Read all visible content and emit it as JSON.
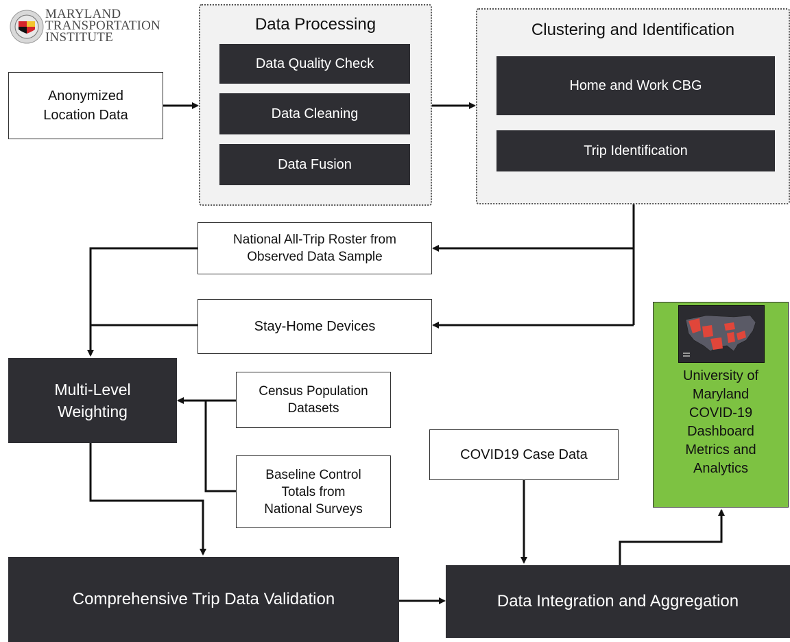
{
  "logo": {
    "lines": [
      "MARYLAND",
      "TRANSPORTATION",
      "INSTITUTE"
    ]
  },
  "nodes": {
    "anonymized": "Anonymized\nLocation Data",
    "processing": {
      "title": "Data Processing",
      "items": [
        "Data Quality Check",
        "Data Cleaning",
        "Data Fusion"
      ]
    },
    "clustering": {
      "title": "Clustering and Identification",
      "items": [
        "Home and Work CBG",
        "Trip Identification"
      ]
    },
    "roster": "National All-Trip Roster from\nObserved Data Sample",
    "stay_home": "Stay-Home Devices",
    "weighting": "Multi-Level\nWeighting",
    "census": "Census Population\nDatasets",
    "baseline": "Baseline Control\nTotals from\nNational Surveys",
    "covid_case": "COVID19 Case Data",
    "validation": "Comprehensive Trip Data Validation",
    "integration": "Data Integration and Aggregation",
    "dashboard": "University of\nMaryland\nCOVID-19\nDashboard\nMetrics and\nAnalytics"
  },
  "colors": {
    "dark_box": "#2e2e33",
    "green_box": "#7dc242",
    "group_bg": "#f2f2f2",
    "map_states": "#e0463a",
    "map_land": "#5a5a66"
  }
}
